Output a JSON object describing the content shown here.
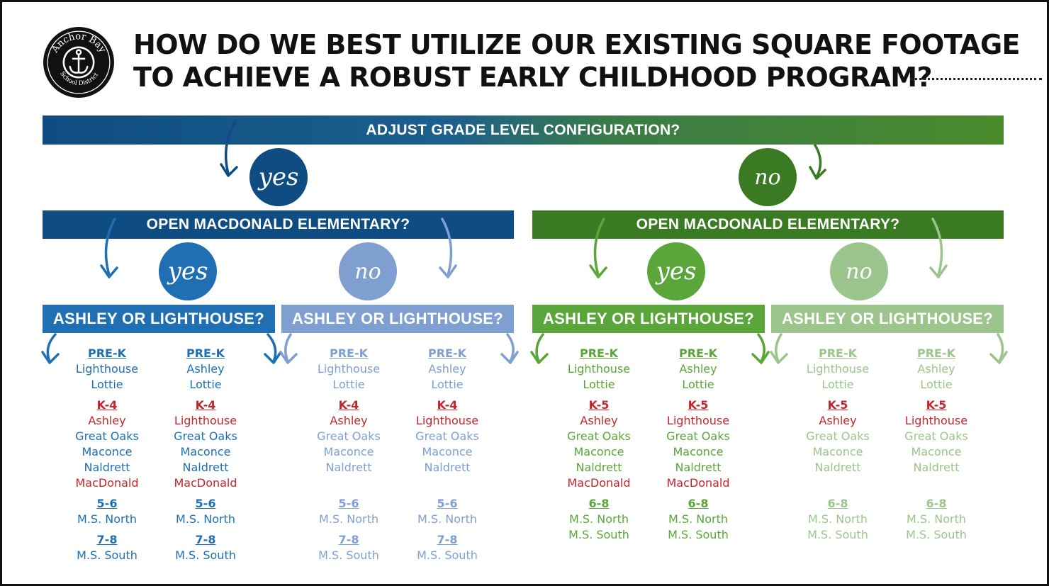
{
  "title": {
    "line1": "HOW DO WE BEST UTILIZE OUR EXISTING SQUARE FOOTAGE",
    "line2": "TO ACHIEVE A ROBUST EARLY CHILDHOOD PROGRAM?"
  },
  "logo": {
    "top_text": "Anchor Bay",
    "bottom_text": "School District"
  },
  "top_question": "ADJUST GRADE LEVEL CONFIGURATION?",
  "answers": {
    "yes": "yes",
    "no": "no"
  },
  "mid_question": "OPEN MACDONALD ELEMENTARY?",
  "leaf_question": "ASHLEY OR LIGHTHOUSE?",
  "colors": {
    "blue_dark": "#0f4c81",
    "blue_mid": "#1f6fb2",
    "blue_light": "#7f9fd1",
    "green_dark": "#3a7a22",
    "green_mid": "#5aa63a",
    "green_light": "#9cc48d",
    "red": "#c4262e",
    "red_light": "#c4262e"
  },
  "columns": [
    {
      "prek_label": "PRE-K",
      "prek": [
        "Lighthouse",
        "Lottie"
      ],
      "k_label": "K-4",
      "k": [
        "Ashley",
        "Great Oaks",
        "Maconce",
        "Naldrett",
        "MacDonald"
      ],
      "m1_label": "5-6",
      "m1": [
        "M.S. North"
      ],
      "m2_label": "7-8",
      "m2": [
        "M.S. South"
      ]
    },
    {
      "prek_label": "PRE-K",
      "prek": [
        "Ashley",
        "Lottie"
      ],
      "k_label": "K-4",
      "k": [
        "Lighthouse",
        "Great Oaks",
        "Maconce",
        "Naldrett",
        "MacDonald"
      ],
      "m1_label": "5-6",
      "m1": [
        "M.S. North"
      ],
      "m2_label": "7-8",
      "m2": [
        "M.S. South"
      ]
    },
    {
      "prek_label": "PRE-K",
      "prek": [
        "Lighthouse",
        "Lottie"
      ],
      "k_label": "K-4",
      "k": [
        "Ashley",
        "Great Oaks",
        "Maconce",
        "Naldrett"
      ],
      "m1_label": "5-6",
      "m1": [
        "M.S. North"
      ],
      "m2_label": "7-8",
      "m2": [
        "M.S. South"
      ]
    },
    {
      "prek_label": "PRE-K",
      "prek": [
        "Ashley",
        "Lottie"
      ],
      "k_label": "K-4",
      "k": [
        "Lighthouse",
        "Great Oaks",
        "Maconce",
        "Naldrett"
      ],
      "m1_label": "5-6",
      "m1": [
        "M.S. North"
      ],
      "m2_label": "7-8",
      "m2": [
        "M.S. South"
      ]
    },
    {
      "prek_label": "PRE-K",
      "prek": [
        "Lighthouse",
        "Lottie"
      ],
      "k_label": "K-5",
      "k": [
        "Ashley",
        "Great Oaks",
        "Maconce",
        "Naldrett",
        "MacDonald"
      ],
      "m1_label": "6-8",
      "m1": [
        "M.S. North",
        "M.S. South"
      ]
    },
    {
      "prek_label": "PRE-K",
      "prek": [
        "Ashley",
        "Lottie"
      ],
      "k_label": "K-5",
      "k": [
        "Lighthouse",
        "Great Oaks",
        "Maconce",
        "Naldrett",
        "MacDonald"
      ],
      "m1_label": "6-8",
      "m1": [
        "M.S. North",
        "M.S. South"
      ]
    },
    {
      "prek_label": "PRE-K",
      "prek": [
        "Lighthouse",
        "Lottie"
      ],
      "k_label": "K-5",
      "k": [
        "Ashley",
        "Great Oaks",
        "Maconce",
        "Naldrett"
      ],
      "m1_label": "6-8",
      "m1": [
        "M.S. North",
        "M.S. South"
      ]
    },
    {
      "prek_label": "PRE-K",
      "prek": [
        "Ashley",
        "Lottie"
      ],
      "k_label": "K-5",
      "k": [
        "Lighthouse",
        "Great Oaks",
        "Maconce",
        "Naldrett"
      ],
      "m1_label": "6-8",
      "m1": [
        "M.S. North",
        "M.S. South"
      ]
    }
  ]
}
